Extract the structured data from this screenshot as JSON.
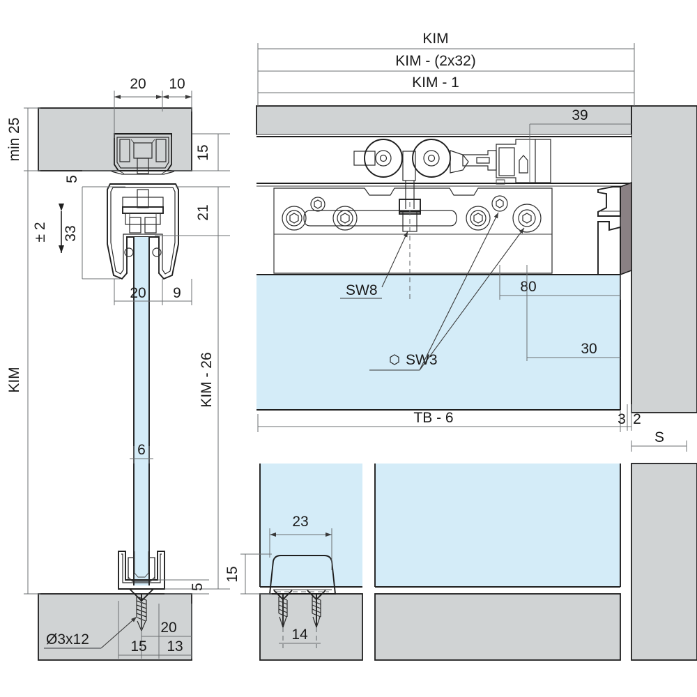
{
  "drawing": {
    "title": "Sliding glass door hardware cross-section drawing",
    "colors": {
      "glass": "#d4ecf8",
      "wall": "#d0d3d4",
      "line": "#1f1f1f",
      "dimline": "#6b6f72",
      "metal": "#ffffff",
      "jamb_dark": "#8a8184"
    }
  },
  "left_view": {
    "top_dims": {
      "d20": "20",
      "d10": "10"
    },
    "vertical_dims": {
      "min25": "min 25",
      "d5": "5",
      "d33": "33",
      "pm2": "± 2",
      "d15": "15",
      "d21": "21",
      "kim": "KIM",
      "kim_minus_26": "KIM - 26"
    },
    "rail_dims": {
      "d20_lower": "20",
      "d9": "9"
    },
    "bottom_detail": {
      "d6": "6",
      "d5": "5",
      "d20": "20",
      "d15": "15",
      "d13": "13",
      "screw": "Ø3x12"
    }
  },
  "top_right_view": {
    "kim": "KIM",
    "kim_minus_2x32": "KIM - (2x32)",
    "kim_minus_1": "KIM - 1",
    "d39": "39",
    "sw8": "SW8",
    "sw3": "SW3",
    "d80": "80",
    "d30": "30",
    "tb_minus_6": "TB - 6",
    "d3": "3",
    "d2": "2",
    "s": "S"
  },
  "bottom_middle_view": {
    "d23": "23",
    "d15": "15",
    "d14": "14"
  },
  "icons": {
    "hex_socket": "hex-socket-icon",
    "roller": "roller-wheel-icon",
    "screw": "wood-screw-icon",
    "arrow_up_down": "arrow-up-down-icon"
  }
}
